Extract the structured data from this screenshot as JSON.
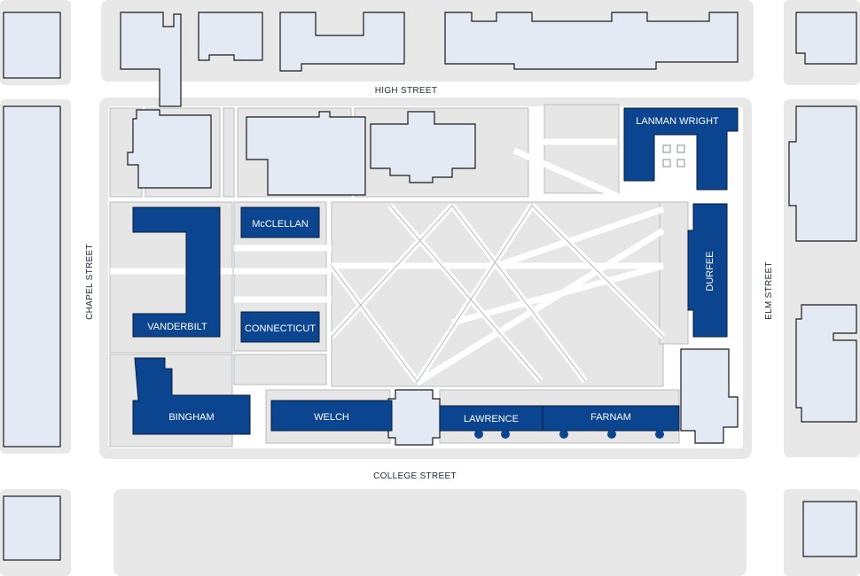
{
  "streets": {
    "high": "HIGH STREET",
    "college": "COLLEGE STREET",
    "chapel": "CHAPEL STREET",
    "elm": "ELM STREET"
  },
  "highlighted_buildings": {
    "lanman_wright": "LANMAN WRIGHT",
    "mcclellan": "McCLELLAN",
    "durfee": "DURFEE",
    "vanderbilt": "VANDERBILT",
    "connecticut": "CONNECTICUT",
    "bingham": "BINGHAM",
    "welch": "WELCH",
    "lawrence": "LAWRENCE",
    "farnam": "FARNAM"
  },
  "colors": {
    "highlight": "#0b4590",
    "building": "#e3eaf4",
    "block": "#e8e8e8",
    "path": "#ffffff",
    "text": "#1d2a3a"
  }
}
